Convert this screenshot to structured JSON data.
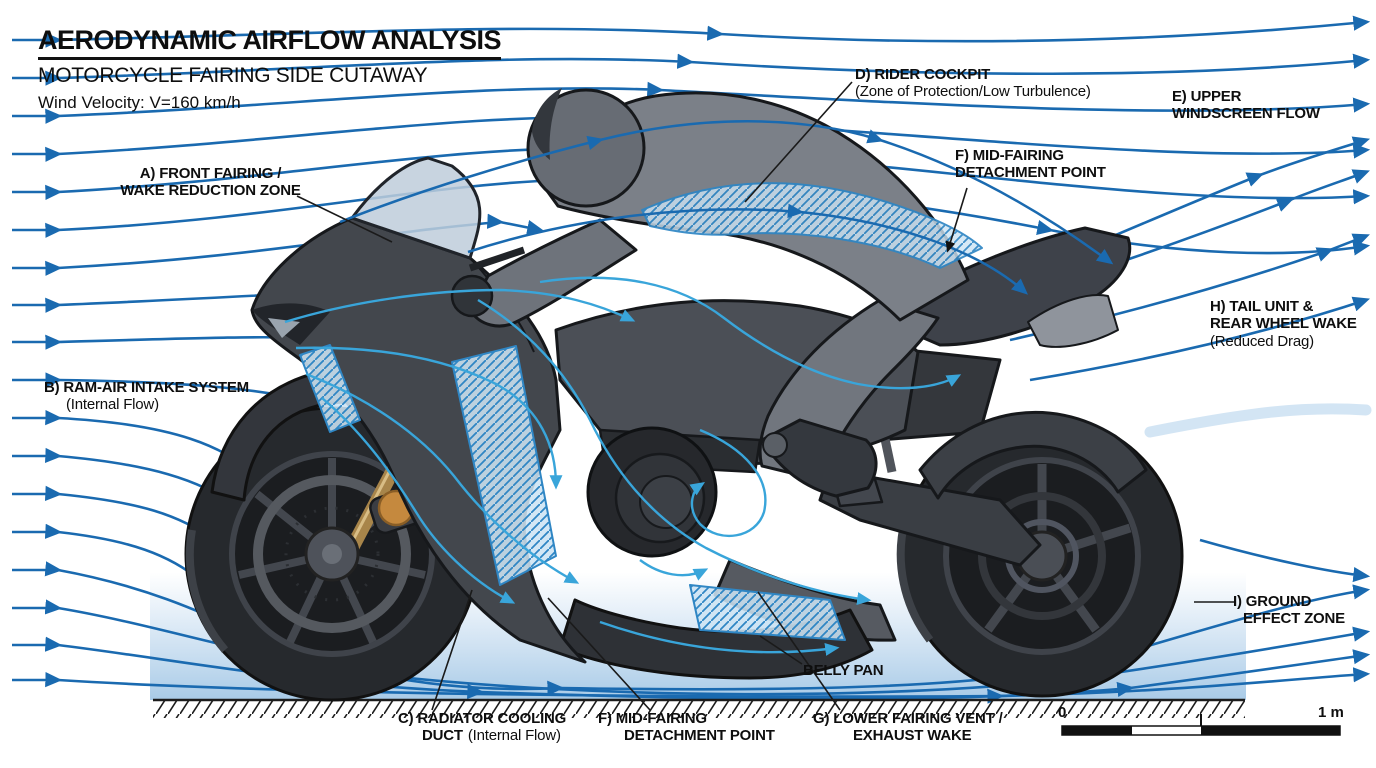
{
  "header": {
    "title": "AERODYNAMIC AIRFLOW ANALYSIS",
    "subtitle": "MOTORCYCLE FAIRING SIDE CUTAWAY",
    "wind_velocity": "Wind Velocity: V=160 km/h"
  },
  "callouts": {
    "a": {
      "line1": "A) FRONT FAIRING /",
      "line2": "WAKE REDUCTION ZONE"
    },
    "b": {
      "line1": "B) RAM-AIR INTAKE SYSTEM",
      "line2": "(Internal Flow)"
    },
    "c": {
      "line1": "C) RADIATOR COOLING",
      "line2_bold": "DUCT",
      "line2_normal": "(Internal Flow)"
    },
    "d": {
      "line1": "D) RIDER COCKPIT",
      "line2": "(Zone of Protection/Low Turbulence)"
    },
    "e": {
      "line1": "E) UPPER",
      "line2": "WINDSCREEN FLOW"
    },
    "f_upper": {
      "line1": "F) MID-FAIRING",
      "line2": "DETACHMENT POINT"
    },
    "f_lower": {
      "line1": "F) MID-FAIRING",
      "line2": "DETACHMENT POINT"
    },
    "g": {
      "line1": "G) LOWER FAIRING VENT /",
      "line2": "EXHAUST WAKE"
    },
    "h": {
      "line1": "H) TAIL UNIT &",
      "line2": "REAR WHEEL WAKE",
      "line3": "(Reduced Drag)"
    },
    "i": {
      "line1": "I) GROUND",
      "line2": "EFFECT ZONE"
    },
    "belly_pan": {
      "label": "BELLY PAN"
    }
  },
  "scale_bar": {
    "start": "0",
    "end": "1 m"
  },
  "colors": {
    "streamline_blue": "#1a6ab0",
    "internal_flow_cyan": "#39a5da",
    "hatch_zone_fill": "#cde4f4",
    "hatch_zone_line": "#2f86c4",
    "ground_effect_blue": "#a9cdea",
    "bike_body_gray": "#43474d",
    "rider_gray": "#7b8088",
    "fork_gold": "#a8854a",
    "caliper_orange": "#c5893e",
    "ink": "#111111"
  }
}
